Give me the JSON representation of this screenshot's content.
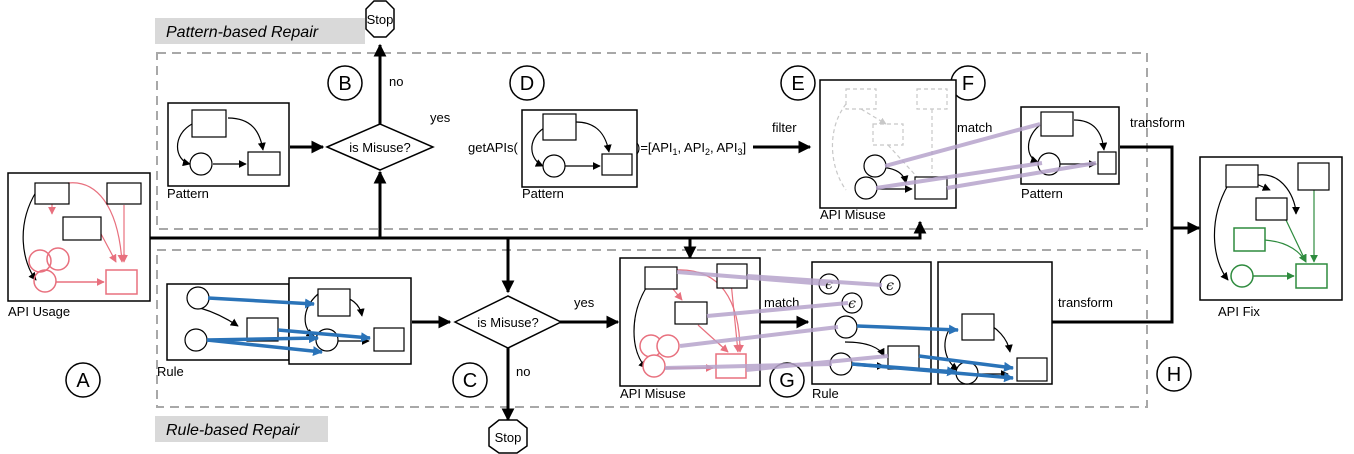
{
  "banners": {
    "pattern_repair": "Pattern-based Repair",
    "rule_repair": "Rule-based Repair"
  },
  "stops": {
    "top": "Stop",
    "bottom": "Stop"
  },
  "step_labels": {
    "a": "A",
    "b": "B",
    "c": "C",
    "d": "D",
    "e": "E",
    "f": "F",
    "g": "G",
    "h": "H"
  },
  "decisions": {
    "top": "is Misuse?",
    "bottom": "is Misuse?"
  },
  "edges": {
    "top_no": "no",
    "top_yes": "yes",
    "filter": "filter",
    "top_match": "match",
    "top_transform": "transform",
    "bottom_yes": "yes",
    "bottom_no": "no",
    "bottom_match": "match",
    "bottom_transform": "transform"
  },
  "getapis": {
    "prefix": "getAPIs(",
    "suffix_open": ")=[API",
    "sub1": "1",
    "sep2": ", API",
    "sub2": "2",
    "sep3": ", API",
    "sub3": "3",
    "close": "]"
  },
  "captions": {
    "api_usage": "API Usage",
    "pattern_b": "Pattern",
    "pattern_d": "Pattern",
    "api_misuse_top": "API Misuse",
    "pattern_f": "Pattern",
    "api_fix": "API Fix",
    "rule_left": "Rule",
    "api_misuse_bottom": "API Misuse",
    "rule_right": "Rule"
  },
  "epsilon": "ϵ",
  "colors": {
    "misuse": "#e8707e",
    "fix": "#2e8b3e",
    "mapping_blue": "#2a73b8",
    "mapping_purple": "#b7a4cc",
    "faded": "#c8c8c8",
    "banner_bg": "#d9d9d9",
    "dashed_border": "#a8a8a8"
  }
}
